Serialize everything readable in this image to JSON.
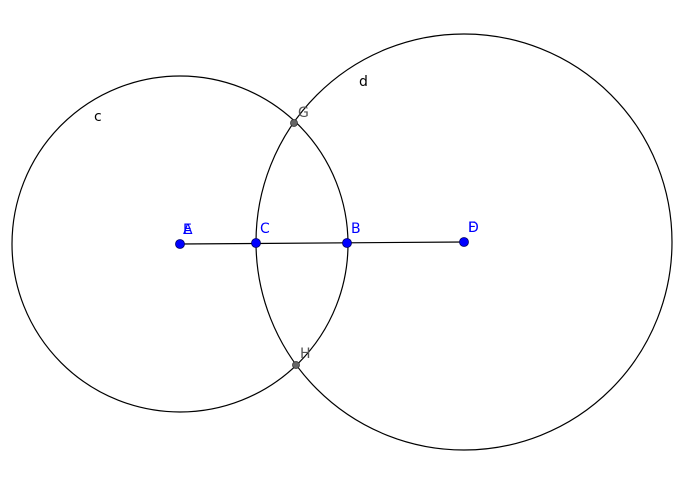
{
  "colors": {
    "free_point": "#0000ff",
    "dependent_point": "#666666",
    "free_label": "#0000ff",
    "dependent_label": "#555555",
    "stroke": "#000000"
  },
  "circles": [
    {
      "id": "c",
      "label": "c",
      "center": "A",
      "through": "B"
    },
    {
      "id": "d",
      "label": "d",
      "center": "D",
      "through": "C"
    }
  ],
  "segments": [
    {
      "from": "A",
      "to": "D"
    }
  ],
  "points": [
    {
      "id": "A",
      "label": "A",
      "type": "free"
    },
    {
      "id": "E",
      "label": "E",
      "type": "free"
    },
    {
      "id": "C",
      "label": "C",
      "type": "free"
    },
    {
      "id": "B",
      "label": "B",
      "type": "free"
    },
    {
      "id": "D",
      "label": "D",
      "type": "free"
    },
    {
      "id": "F",
      "label": "F",
      "type": "free"
    },
    {
      "id": "G",
      "label": "G",
      "type": "dependent"
    },
    {
      "id": "H",
      "label": "H",
      "type": "dependent"
    }
  ]
}
